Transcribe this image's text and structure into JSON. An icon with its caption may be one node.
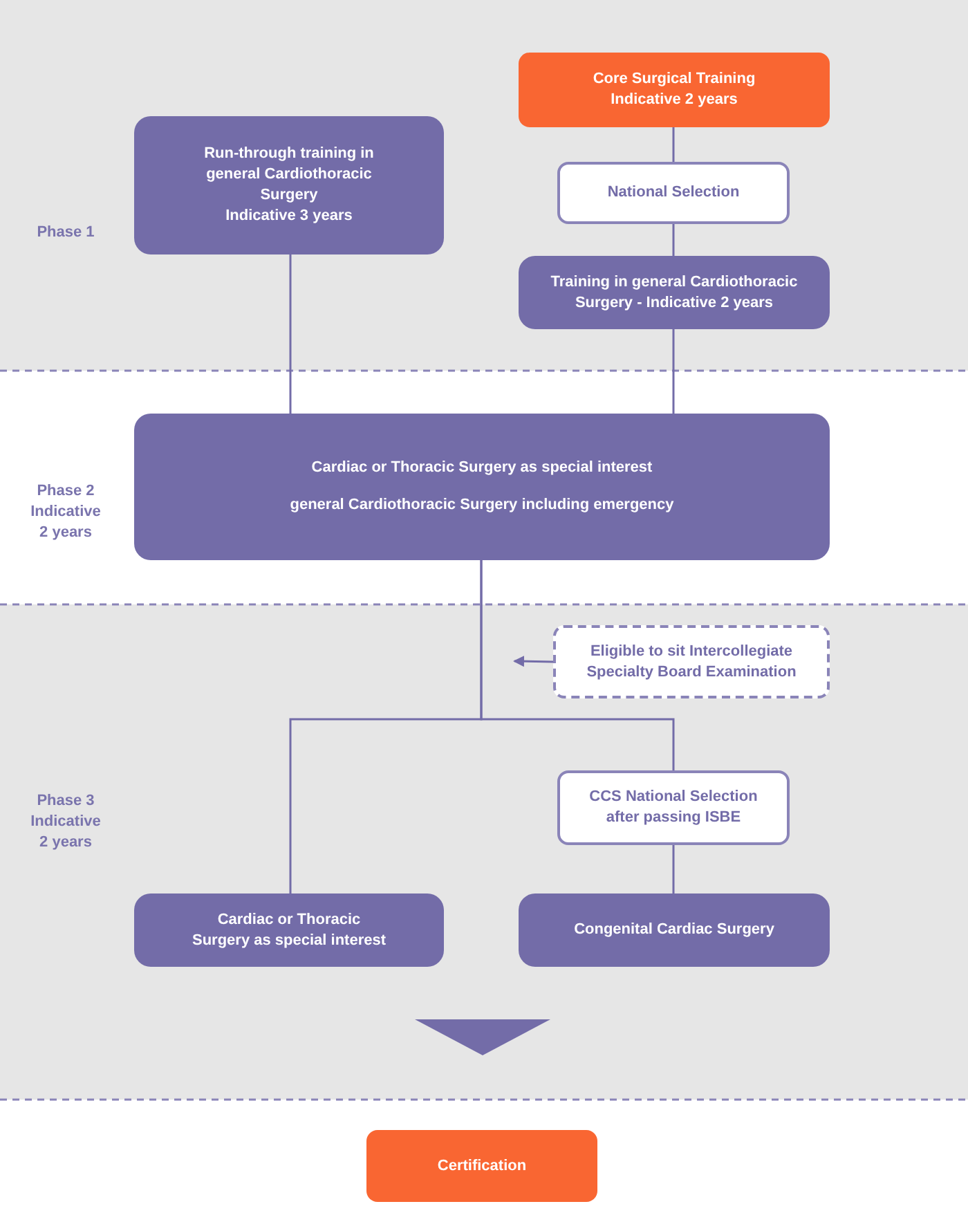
{
  "diagram": {
    "nodes": [
      {
        "text": [
          "Core Surgical Training",
          "Indicative 2 years"
        ]
      },
      {
        "text": [
          "Run-through training in general Cardiothoracic Surgery",
          "Indicative 3 years"
        ]
      },
      {
        "text": [
          "National Selection"
        ]
      },
      {
        "text": [
          "Training in general Cardiothoracic Surgery - Indicative 2 years"
        ]
      },
      {
        "text": [
          "Cardiac or Thoracic Surgery as special interest",
          "general Cardiothoracic Surgery including emergency"
        ]
      },
      {
        "text": [
          "Eligible to sit Intercollegiate Specialty Board Examination"
        ]
      },
      {
        "text": [
          "CCS National Selection after passing ISBE"
        ]
      },
      {
        "text": [
          "Cardiac or Thoracic Surgery as special interest"
        ]
      },
      {
        "text": [
          "Congenital Cardiac Surgery"
        ]
      },
      {
        "text": [
          "Certification"
        ]
      }
    ],
    "edges": [
      {
        "from": 0,
        "to": 2,
        "arrow": "none"
      },
      {
        "from": 2,
        "to": 3,
        "arrow": "none"
      },
      {
        "from": 1,
        "to": 4,
        "arrow": "none"
      },
      {
        "from": 3,
        "to": 4,
        "arrow": "none"
      },
      {
        "from": 4,
        "to": 7,
        "arrow": "none"
      },
      {
        "from": 4,
        "to": 6,
        "arrow": "none"
      },
      {
        "from": 6,
        "to": 8,
        "arrow": "none"
      },
      {
        "from": 5,
        "to": null,
        "arrow": "to"
      }
    ],
    "labels": [
      "Phase 1",
      "Phase 2 Indicative 2 years",
      "Phase 3 Indicative 2 years"
    ]
  }
}
